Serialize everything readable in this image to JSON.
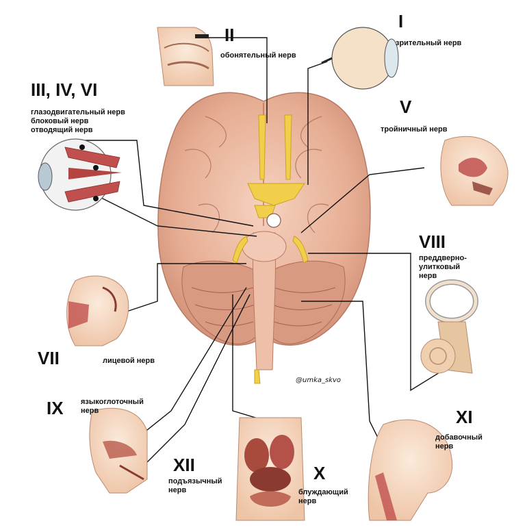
{
  "nerves": [
    {
      "id": "I",
      "numeral": "I",
      "name": "зрительный нерв"
    },
    {
      "id": "II",
      "numeral": "II",
      "name": "обонятельный нерв"
    },
    {
      "id": "III-IV-VI",
      "numeral": "III, IV, VI",
      "name_lines": [
        "глазодвигательный нерв",
        "блоковый нерв",
        "отводящий нерв"
      ]
    },
    {
      "id": "V",
      "numeral": "V",
      "name": "тройничный нерв"
    },
    {
      "id": "VII",
      "numeral": "VII",
      "name": "лицевой нерв"
    },
    {
      "id": "VIII",
      "numeral": "VIII",
      "name_lines": [
        "преддверно-",
        "улитковый",
        "нерв"
      ]
    },
    {
      "id": "IX",
      "numeral": "IX",
      "name_lines": [
        "языкоглоточный",
        "нерв"
      ]
    },
    {
      "id": "X",
      "numeral": "X",
      "name_lines": [
        "блуждающий",
        "нерв"
      ]
    },
    {
      "id": "XI",
      "numeral": "XI",
      "name_lines": [
        "добавочный",
        "нерв"
      ]
    },
    {
      "id": "XII",
      "numeral": "XII",
      "name_lines": [
        "подъязычный",
        "нерв"
      ]
    }
  ],
  "watermark": "@umka_skvo",
  "colors": {
    "brain": "#e9b49a",
    "brain_dark": "#c98a72",
    "nerve": "#f2cf4a",
    "line": "#111111",
    "skin": "#f4d7bf",
    "muscle": "#c0504d"
  }
}
